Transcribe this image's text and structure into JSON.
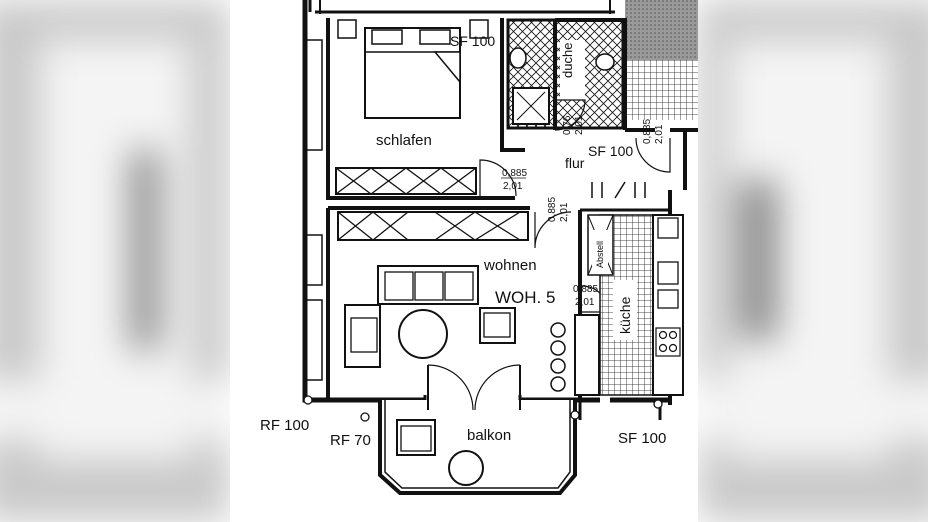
{
  "rooms": {
    "schlafen": "schlafen",
    "duche": "duche",
    "flur": "flur",
    "wohnen": "wohnen",
    "kueche": "küche",
    "abstell": "Abstell",
    "balkon": "balkon"
  },
  "unit_label": "WOH. 5",
  "markers": {
    "sf100_top": "SF 100",
    "sf100_flur": "SF 100",
    "sf100_bottom": "SF 100",
    "rf100": "RF 100",
    "rf70": "RF 70"
  },
  "door_dims": {
    "schlafen_door_w": "0,885",
    "schlafen_door_h": "2,01",
    "bath_door_w": "0,76",
    "bath_door_h": "2,01",
    "entry_door_w": "0,885",
    "entry_door_h": "2,01",
    "wohnen_door_w": "0,885",
    "wohnen_door_h": "2,01",
    "kueche_door_w": "0,885",
    "kueche_door_h": "2,01"
  }
}
